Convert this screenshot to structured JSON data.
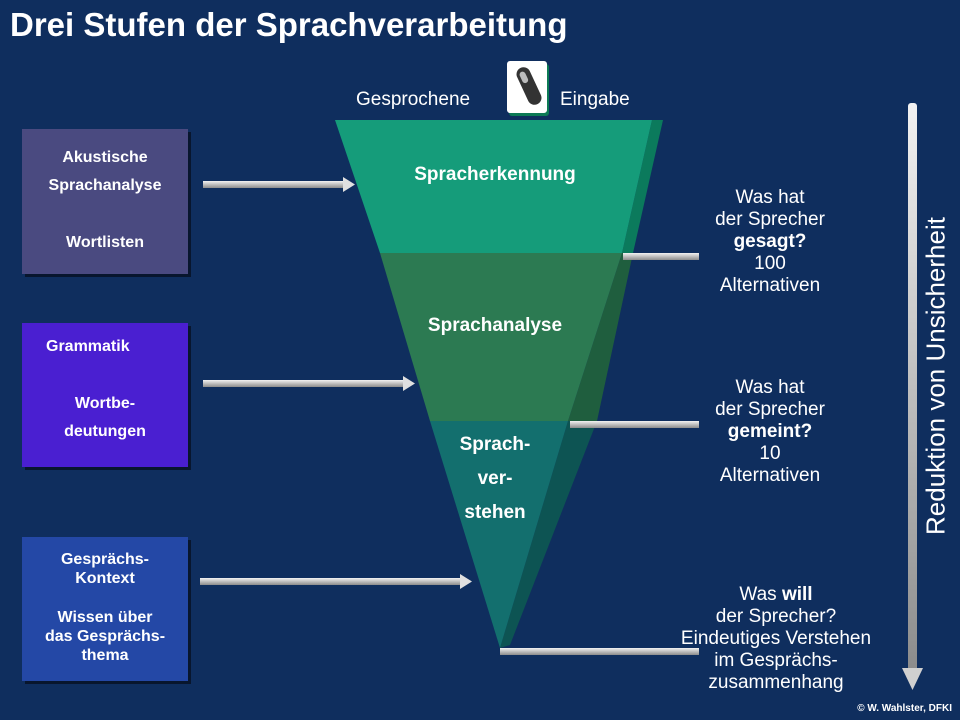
{
  "slide": {
    "title": "Drei Stufen der Sprachverarbeitung",
    "input": {
      "left": "Gesprochene",
      "right": "Eingabe",
      "icon": "microphone-icon"
    },
    "funnel": {
      "stage1": "Spracherkennung",
      "stage2": "Sprachanalyse",
      "stage3_lines": [
        "Sprach-",
        "ver-",
        "stehen"
      ]
    },
    "left_boxes": [
      {
        "lines": [
          "Akustische",
          "Sprachanalyse"
        ],
        "lines2": [
          "Wortlisten"
        ]
      },
      {
        "lines": [
          "Grammatik"
        ],
        "lines2": [
          "Wortbe-",
          "deutungen"
        ]
      },
      {
        "lines": [
          "Gesprächs-",
          "Kontext"
        ],
        "lines2": [
          "Wissen über",
          "das Gesprächs-",
          "thema"
        ]
      }
    ],
    "outputs": [
      {
        "l1": "Was hat",
        "l2": "der Sprecher",
        "l3": "gesagt?",
        "l4": "100",
        "l5": "Alternativen"
      },
      {
        "l1": "Was hat",
        "l2": "der Sprecher",
        "l3": "gemeint?",
        "l4": "10",
        "l5": "Alternativen"
      },
      {
        "l1a": "Was ",
        "l1b": "will",
        "l2": "der Sprecher?",
        "l3": "Eindeutiges Verstehen",
        "l4": "im Gesprächs-",
        "l5": "zusammenhang"
      }
    ],
    "uncertainty": "Reduktion von Unsicherheit",
    "copyright": "© W. Wahlster, DFKI"
  },
  "colors": {
    "background": "#0f2e5e",
    "stage1": "#159c7a",
    "stage2": "#2c7a52",
    "stage3": "#136f6e",
    "box1": "#4a4a80",
    "box2": "#4a1fd1",
    "box3": "#2448a6"
  }
}
